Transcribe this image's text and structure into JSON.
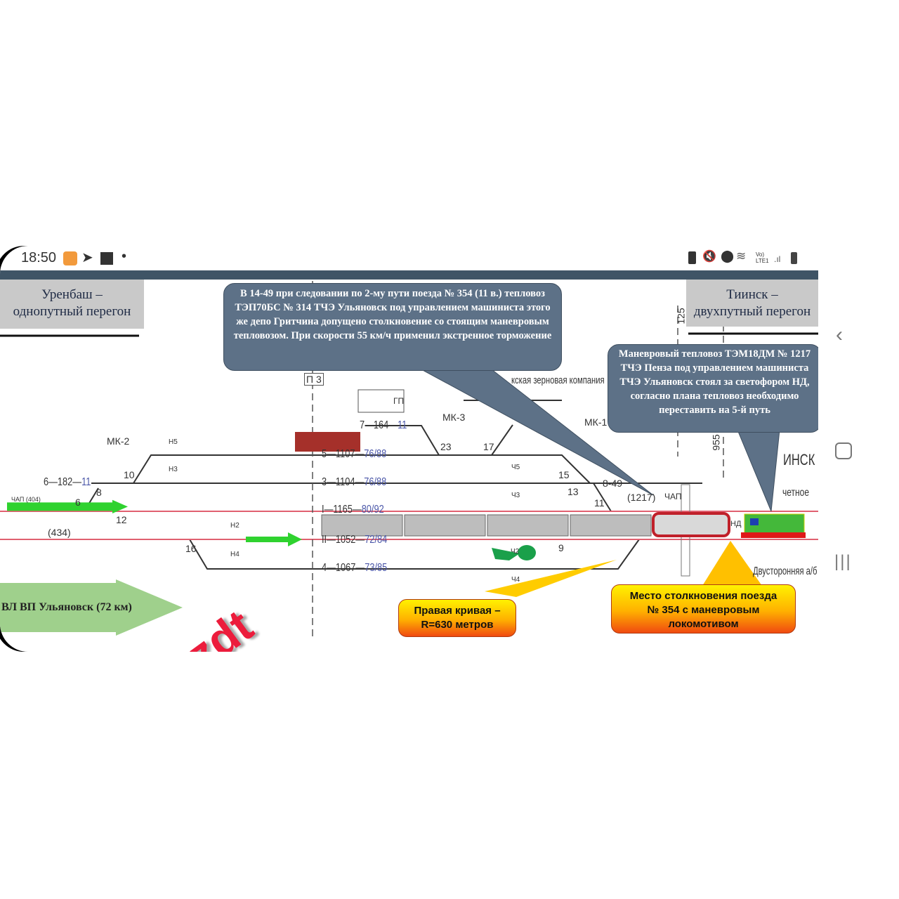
{
  "status_bar": {
    "time": "18:50",
    "network": "Vo) LTE1"
  },
  "labels": {
    "left_section": [
      "Уренбаш –",
      "однопутный перегон"
    ],
    "right_section": [
      "Тиинск –",
      "двухпутный перегон"
    ],
    "direction_arrow": "ВЛ ВП Ульяновск (72 км)",
    "station_name": "ИНСК",
    "company": "кская зерновая компания",
    "even": "четное",
    "two_way": "Двусторонняя а/б",
    "km_vertical_top": "125",
    "km_vertical_mid": "955"
  },
  "callouts": {
    "train_354": "В 14-49 при следовании по 2-му пути поезда № 354 (11 в.) тепловоз ТЭП70БС № 314 ТЧЭ Ульяновск под управлением машиниста этого же депо Гритчина допущено столкновение со стоящим маневровым тепловозом. При скорости 55 км/ч применил экстренное торможение",
    "shunting_loco": "Маневровый тепловоз ТЭМ18ДМ № 1217 ТЧЭ Пенза под управлением машиниста ТЧЭ Ульяновск стоял за светофором НД, согласно плана тепловоз необходимо переставить на 5-й путь",
    "curve": [
      "Правая кривая –",
      "R=630 метров"
    ],
    "collision": [
      "Место столкновения поезда",
      "№ 354 с маневровым",
      "локомотивом"
    ]
  },
  "tracks": [
    {
      "num": "7",
      "len": "164",
      "cap": "11"
    },
    {
      "num": "5",
      "len": "1107",
      "cap": "76/88"
    },
    {
      "num": "3",
      "len": "1104",
      "cap": "76/88"
    },
    {
      "num": "I",
      "len": "1165",
      "cap": "80/92"
    },
    {
      "num": "II",
      "len": "1052",
      "cap": "72/84"
    },
    {
      "num": "4",
      "len": "1067",
      "cap": "73/85"
    },
    {
      "num": "6",
      "len": "182",
      "cap": "11"
    }
  ],
  "signals": [
    "МК-2",
    "МК-3",
    "МК-1",
    "Н5",
    "Н3",
    "Н2",
    "Н4",
    "Ч5",
    "Ч3",
    "Ч4",
    "Ч2",
    "ЧАП (404)",
    "(434)",
    "(1217)",
    "ЧАП",
    "П 3",
    "ГП",
    "8-49",
    "НД"
  ],
  "switches": [
    "10",
    "8",
    "6",
    "12",
    "16",
    "23",
    "17",
    "15",
    "13",
    "11",
    "9"
  ],
  "watermark": "t.me/sczdt",
  "colors": {
    "callout": "#5d7187",
    "topbar": "#3f5466",
    "red_track": "#e06070",
    "watermark": "#ec1c3c"
  }
}
